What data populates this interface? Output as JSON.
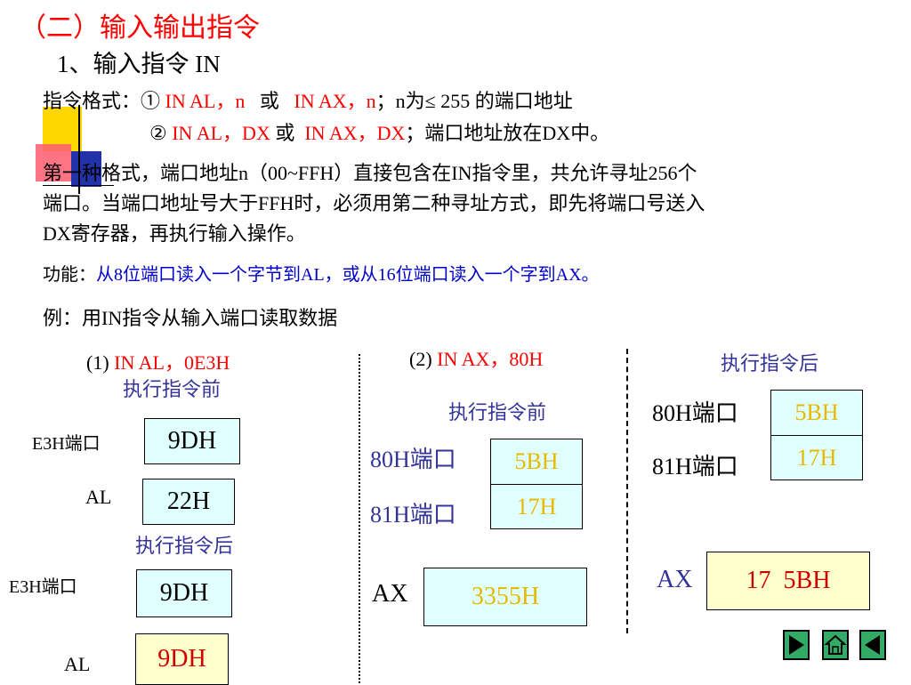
{
  "title": "（二）输入输出指令",
  "section": "1、输入指令 IN",
  "format": {
    "label": "指令格式：",
    "c1": "①",
    "f1_a": "IN   AL，n",
    "f1_or": "或",
    "f1_b": "IN   AX，n",
    "f1_tail": "；n为≤ 255 的端口地址",
    "c2": "②",
    "f2_a": "IN   AL，DX",
    "f2_or": "或",
    "f2_b": "IN   AX，DX",
    "f2_tail": "；端口地址放在DX中。"
  },
  "desc_lines": [
    "第一种格式，端口地址n（00~FFH）直接包含在IN指令里，共允许寻址256个",
    "端口。当端口地址号大于FFH时，必须用第二种寻址方式，即先将端口号送入",
    "DX寄存器，再执行输入操作。"
  ],
  "function": {
    "label": "功能：",
    "text": "从8位端口读入一个字节到AL，或从16位端口读入一个字到AX。"
  },
  "example_title": "例：用IN指令从输入端口读取数据",
  "ex1": {
    "num": "(1)",
    "instr": "IN   AL，0E3H",
    "before": "执行指令前",
    "port_label": "E3H端口",
    "port_val": "9DH",
    "al_label": "AL",
    "al_val": "22H",
    "after": "执行指令后",
    "port_label2": "E3H端口",
    "port_val2": "9DH",
    "al_label2": "AL",
    "al_val2": "9DH"
  },
  "ex2": {
    "num": "(2)",
    "instr": "IN   AX，80H",
    "before": "执行指令前",
    "p80": "80H端口",
    "p80_val": "5BH",
    "p81": "81H端口",
    "p81_val": "17H",
    "ax_label": "AX",
    "ax_val": "3355H"
  },
  "ex3": {
    "after": "执行指令后",
    "p80": "80H端口",
    "p80_val": "5BH",
    "p81": "81H端口",
    "p81_val": "17H",
    "ax_label": "AX",
    "ax_val": "17  5BH"
  },
  "nav": [
    "play-forward-icon",
    "home-icon",
    "play-back-icon"
  ],
  "colors": {
    "red": "#ff0000",
    "blue": "#0000cc",
    "navy": "#333399",
    "gold": "#e6b800",
    "cyan": "#e0ffff",
    "cream": "#ffffcc",
    "nav": "#33aa66"
  }
}
